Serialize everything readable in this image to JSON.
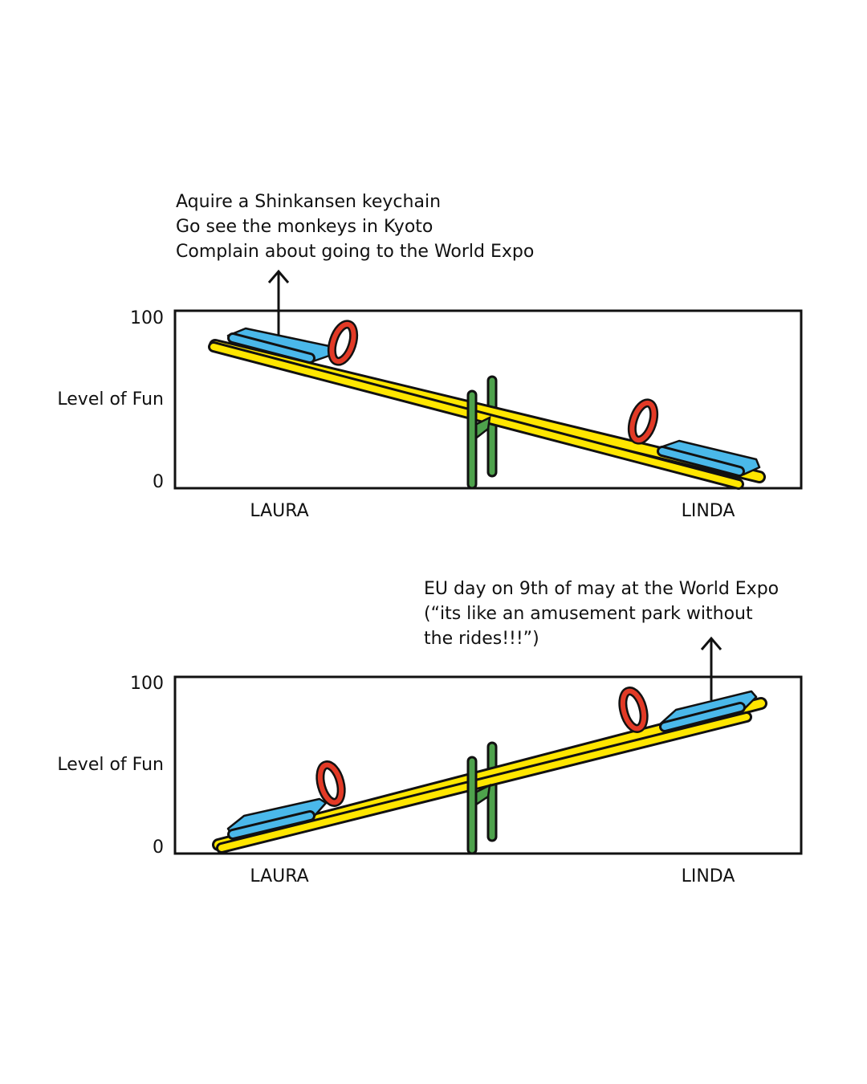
{
  "colors": {
    "plank": "#ffe600",
    "seat": "#4ab8ea",
    "handle": "#e23a26",
    "stand": "#4ea24c",
    "outline": "#111111"
  },
  "panels": [
    {
      "note_lines": [
        "Aquire a Shinkansen keychain",
        "Go see the monkeys in Kyoto",
        "Complain about going to the World Expo"
      ],
      "y_label": "Level of Fun",
      "y_max_label": "100",
      "y_min_label": "0",
      "left_name": "LAURA",
      "right_name": "LINDA",
      "laura_level": 85,
      "linda_level": 0
    },
    {
      "note_lines": [
        "EU day on 9th of may at the World Expo",
        "(“its like an amusement park without",
        "the rides!!!”)"
      ],
      "y_label": "Level of Fun",
      "y_max_label": "100",
      "y_min_label": "0",
      "left_name": "LAURA",
      "right_name": "LINDA",
      "laura_level": 0,
      "linda_level": 85
    }
  ]
}
